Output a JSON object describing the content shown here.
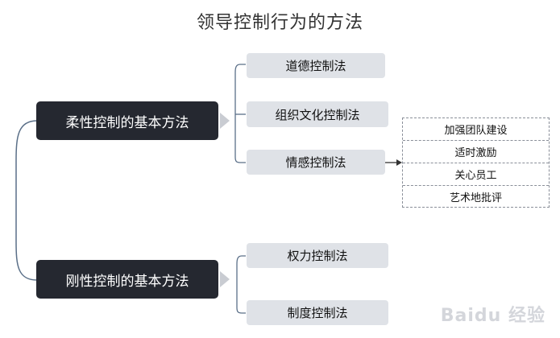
{
  "title": "领导控制行为的方法",
  "flexible": {
    "label": "柔性控制的基本方法",
    "children": [
      "道德控制法",
      "组织文化控制法",
      "情感控制法"
    ]
  },
  "emotional_methods": [
    "加强团队建设",
    "适时激励",
    "关心员工",
    "艺术地批评"
  ],
  "rigid": {
    "label": "刚性控制的基本方法",
    "children": [
      "权力控制法",
      "制度控制法"
    ]
  },
  "watermark": "Baidu 经验",
  "colors": {
    "dark_node": "#252830",
    "light_node": "#dfe2e7",
    "line": "#5a6f88"
  }
}
